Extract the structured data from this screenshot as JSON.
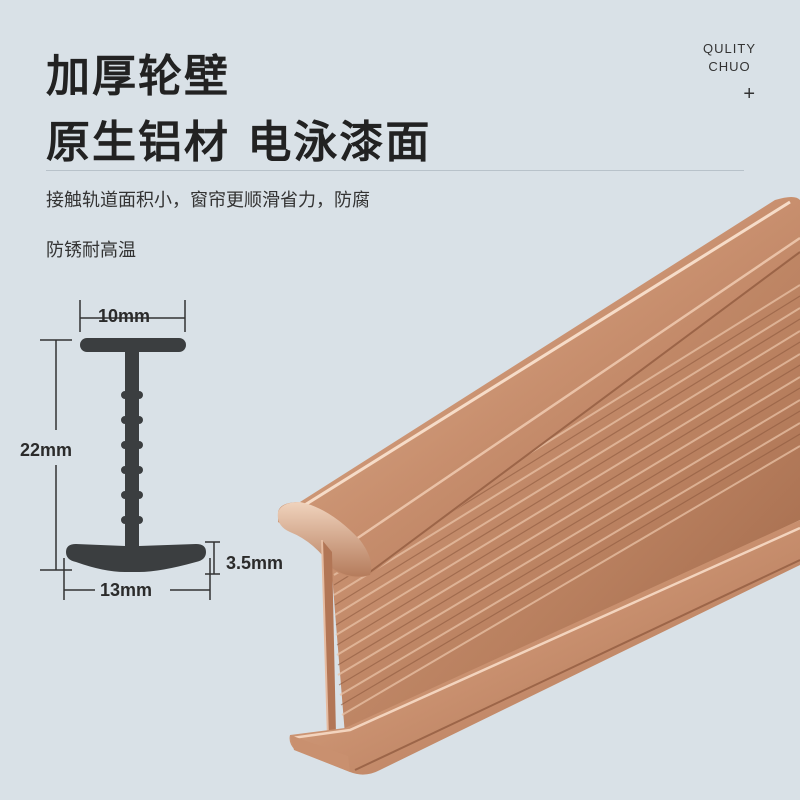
{
  "headline": {
    "line1": "加厚轮壁",
    "line2": "原生铝材 电泳漆面"
  },
  "brand": {
    "line1": "QULITY",
    "line2": "CHUO",
    "plus": "+"
  },
  "description": {
    "line1": "接触轨道面积小，窗帘更顺滑省力，防腐",
    "line2": "防锈耐高温"
  },
  "dimensions": {
    "top_width": "10mm",
    "height": "22mm",
    "base_thickness": "3.5mm",
    "base_width": "13mm"
  },
  "colors": {
    "background": "#d9e1e7",
    "profile": "#3b3e40",
    "rail": "#c08a6c"
  }
}
